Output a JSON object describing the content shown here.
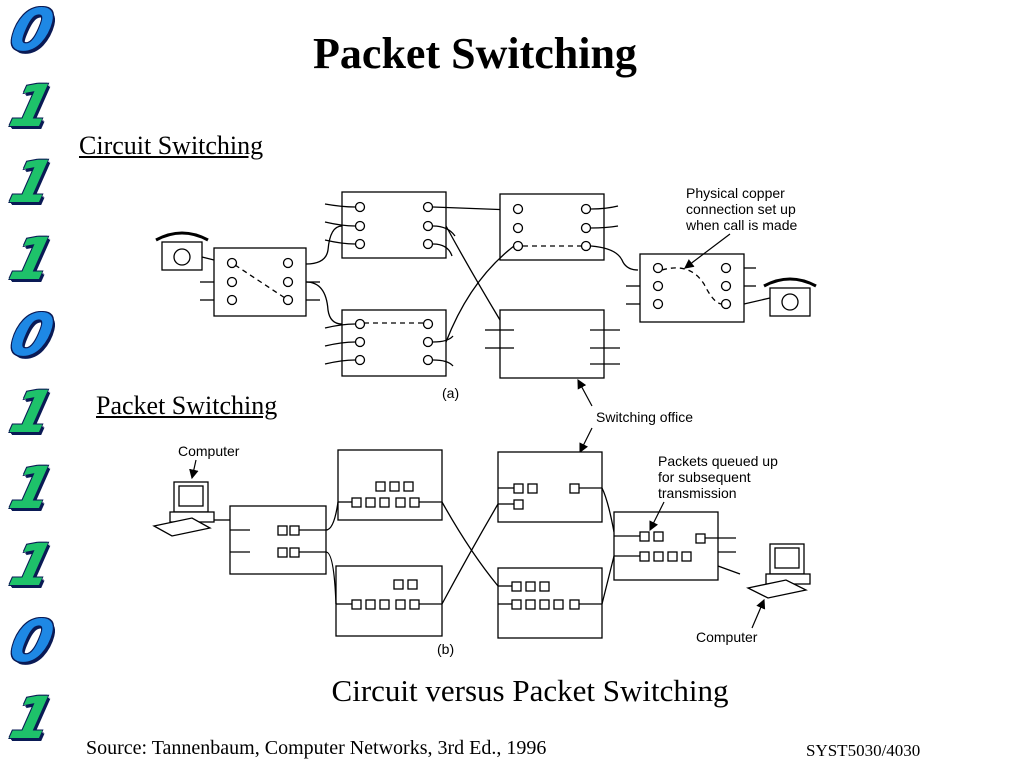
{
  "slide": {
    "title": "Packet Switching",
    "section_circuit": "Circuit Switching",
    "section_packet": "Packet Switching",
    "caption": "Circuit versus Packet Switching",
    "source": "Source: Tannenbaum, Computer Networks, 3rd Ed., 1996",
    "course": "SYST5030/4030"
  },
  "sidebar": {
    "digits": [
      "0",
      "1",
      "1",
      "1",
      "0",
      "1",
      "1",
      "1",
      "0",
      "1"
    ],
    "colors": {
      "fill_zero": "#1e88e5",
      "fill_one": "#1ec26a",
      "outline": "#0a1a55"
    }
  },
  "diagram": {
    "part_a_label": "(a)",
    "part_b_label": "(b)",
    "note_copper_line1": "Physical copper",
    "note_copper_line2": "connection set up",
    "note_copper_line3": "when call is made",
    "switching_office": "Switching office",
    "computer_left": "Computer",
    "computer_right": "Computer",
    "note_queue_line1": "Packets queued up",
    "note_queue_line2": "for subsequent",
    "note_queue_line3": "transmission"
  }
}
